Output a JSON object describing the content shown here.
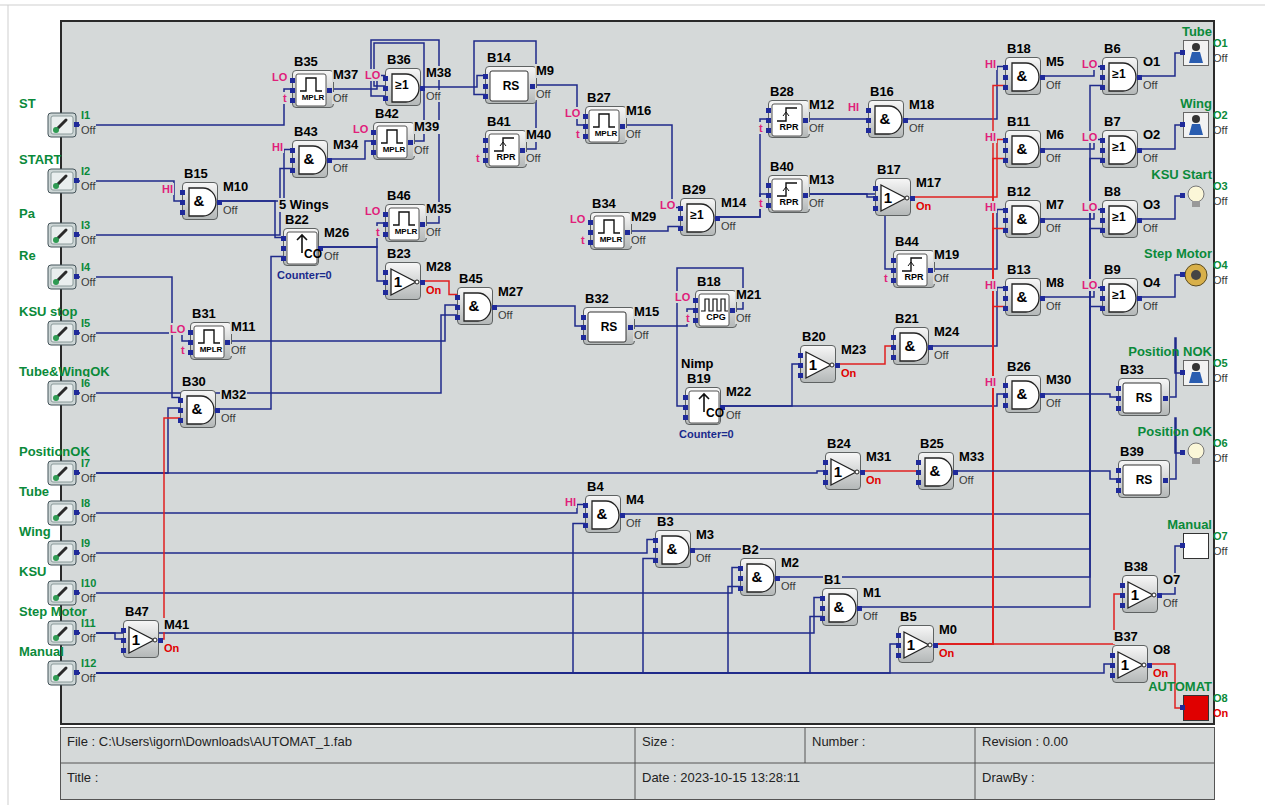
{
  "diagram": {
    "nodes": [
      {
        "text": [
          "ST",
          "I1",
          "Off"
        ]
      },
      {
        "text": [
          "START",
          "I2",
          "Off"
        ]
      },
      {
        "text": [
          "Pa",
          "I3",
          "Off"
        ]
      },
      {
        "text": [
          "Re",
          "I4",
          "Off"
        ]
      },
      {
        "text": [
          "KSU stop",
          "I5",
          "Off"
        ]
      },
      {
        "text": [
          "Tube&WingOK",
          "I6",
          "Off"
        ]
      },
      {
        "text": [
          "PositionOK",
          "I7",
          "Off"
        ]
      },
      {
        "text": [
          "Tube",
          "I8",
          "Off"
        ]
      },
      {
        "text": [
          "Wing",
          "I9",
          "Off"
        ]
      },
      {
        "text": [
          "KSU",
          "I10",
          "Off"
        ]
      },
      {
        "text": [
          "Step Motor",
          "I11",
          "Off"
        ]
      },
      {
        "text": [
          "Manual",
          "I12",
          "Off"
        ]
      },
      {
        "text": [
          "B35",
          "MPLR",
          "M37",
          "Off"
        ]
      },
      {
        "text": [
          "B36",
          "≥1",
          "M38",
          "Off"
        ]
      },
      {
        "text": [
          "B14",
          "RS",
          "M9",
          "Off"
        ]
      },
      {
        "text": [
          "B43",
          "&",
          "M34",
          "Off"
        ]
      },
      {
        "text": [
          "B42",
          "MPLR",
          "M39",
          "Off"
        ]
      },
      {
        "text": [
          "B41",
          "RPR",
          "M40",
          "Off"
        ]
      },
      {
        "text": [
          "B27",
          "MPLR",
          "M16",
          "Off"
        ]
      },
      {
        "text": [
          "B15",
          "&",
          "M10",
          "Off"
        ]
      },
      {
        "text": [
          "B46",
          "MPLR",
          "M35",
          "Off"
        ]
      },
      {
        "text": [
          "5 Wings",
          "B22",
          "CO",
          "M26",
          "Off",
          "Counter=0"
        ]
      },
      {
        "text": [
          "B23",
          "1",
          "M28",
          "On"
        ]
      },
      {
        "text": [
          "B45",
          "&",
          "M27",
          "Off"
        ]
      },
      {
        "text": [
          "B31",
          "MPLR",
          "M11",
          "Off"
        ]
      },
      {
        "text": [
          "B30",
          "&",
          "M32",
          "Off"
        ]
      },
      {
        "text": [
          "B34",
          "MPLR",
          "M29",
          "Off"
        ]
      },
      {
        "text": [
          "B29",
          "≥1",
          "M14",
          "Off"
        ]
      },
      {
        "text": [
          "B32",
          "RS",
          "M15",
          "Off"
        ]
      },
      {
        "text": [
          "B18",
          "CPG",
          "M21",
          "Off"
        ]
      },
      {
        "text": [
          "Nimp",
          "B19",
          "CO",
          "M22",
          "Off",
          "Counter=0"
        ]
      },
      {
        "text": [
          "B28",
          "RPR",
          "M12",
          "Off"
        ]
      },
      {
        "text": [
          "B40",
          "RPR",
          "M13",
          "Off"
        ]
      },
      {
        "text": [
          "B16",
          "&",
          "M18",
          "Off"
        ]
      },
      {
        "text": [
          "B17",
          "1",
          "M17",
          "On"
        ]
      },
      {
        "text": [
          "B44",
          "RPR",
          "M19",
          "Off"
        ]
      },
      {
        "text": [
          "B20",
          "1",
          "M23",
          "On"
        ]
      },
      {
        "text": [
          "B21",
          "&",
          "M24",
          "Off"
        ]
      },
      {
        "text": [
          "B18",
          "&",
          "M5",
          "Off"
        ]
      },
      {
        "text": [
          "B6",
          "≥1",
          "O1",
          "Off"
        ]
      },
      {
        "text": [
          "B11",
          "&",
          "M6",
          "Off"
        ]
      },
      {
        "text": [
          "B7",
          "≥1",
          "O2",
          "Off"
        ]
      },
      {
        "text": [
          "B12",
          "&",
          "M7",
          "Off"
        ]
      },
      {
        "text": [
          "B8",
          "≥1",
          "O3",
          "Off"
        ]
      },
      {
        "text": [
          "B13",
          "&",
          "M8",
          "Off"
        ]
      },
      {
        "text": [
          "B9",
          "≥1",
          "O4",
          "Off"
        ]
      },
      {
        "text": [
          "B26",
          "&",
          "M30",
          "Off"
        ]
      },
      {
        "text": [
          "B33",
          "RS"
        ]
      },
      {
        "text": [
          "B24",
          "1",
          "M31",
          "On"
        ]
      },
      {
        "text": [
          "B25",
          "&",
          "M33",
          "Off"
        ]
      },
      {
        "text": [
          "B39",
          "RS"
        ]
      },
      {
        "text": [
          "B4",
          "&",
          "M4",
          "Off"
        ]
      },
      {
        "text": [
          "B3",
          "&",
          "M3",
          "Off"
        ]
      },
      {
        "text": [
          "B2",
          "&",
          "M2",
          "Off"
        ]
      },
      {
        "text": [
          "B1",
          "&",
          "M1",
          "Off"
        ]
      },
      {
        "text": [
          "B5",
          "1",
          "M0",
          "On"
        ]
      },
      {
        "text": [
          "B47",
          "1",
          "M41",
          "On"
        ]
      },
      {
        "text": [
          "B38",
          "1",
          "O7",
          "Off"
        ]
      },
      {
        "text": [
          "B37",
          "1",
          "O8",
          "On"
        ]
      },
      {
        "text": [
          "Tube",
          "O1",
          "Off"
        ]
      },
      {
        "text": [
          "Wing",
          "O2",
          "Off"
        ]
      },
      {
        "text": [
          "KSU Start",
          "O3",
          "Off"
        ]
      },
      {
        "text": [
          "Step Motor",
          "O4",
          "Off"
        ]
      },
      {
        "text": [
          "Position NOK",
          "O5",
          "Off"
        ]
      },
      {
        "text": [
          "Position OK",
          "O6",
          "Off"
        ]
      },
      {
        "text": [
          "Manual",
          "O7",
          "Off"
        ]
      },
      {
        "text": [
          "AUTOMAT",
          "O8",
          "On"
        ]
      }
    ],
    "edges": [
      {
        "from": 0,
        "to": 12,
        "arrow": "none"
      },
      {
        "from": 1,
        "to": 19,
        "arrow": "none"
      },
      {
        "from": 2,
        "to": 15,
        "arrow": "none"
      },
      {
        "from": 3,
        "to": 25,
        "arrow": "none"
      },
      {
        "from": 4,
        "to": 24,
        "arrow": "none"
      },
      {
        "from": 5,
        "to": 23,
        "arrow": "none"
      },
      {
        "from": 6,
        "to": 48,
        "arrow": "none"
      },
      {
        "from": 6,
        "to": 25,
        "arrow": "none"
      },
      {
        "from": 7,
        "to": 51,
        "arrow": "none"
      },
      {
        "from": 8,
        "to": 52,
        "arrow": "none"
      },
      {
        "from": 9,
        "to": 53,
        "arrow": "none"
      },
      {
        "from": 10,
        "to": 54,
        "arrow": "none"
      },
      {
        "from": 10,
        "to": 56,
        "arrow": "none"
      },
      {
        "from": 11,
        "to": 51,
        "arrow": "none"
      },
      {
        "from": 11,
        "to": 52,
        "arrow": "none"
      },
      {
        "from": 11,
        "to": 53,
        "arrow": "none"
      },
      {
        "from": 11,
        "to": 54,
        "arrow": "none"
      },
      {
        "from": 11,
        "to": 55,
        "arrow": "none"
      },
      {
        "from": 11,
        "to": 58,
        "arrow": "none"
      },
      {
        "from": 19,
        "to": 15,
        "arrow": "none"
      },
      {
        "from": 19,
        "to": 21,
        "arrow": "none"
      },
      {
        "from": 12,
        "to": 13,
        "arrow": "none"
      },
      {
        "from": 15,
        "to": 16,
        "arrow": "none"
      },
      {
        "from": 16,
        "to": 13,
        "arrow": "none"
      },
      {
        "from": 20,
        "to": 13,
        "arrow": "none"
      },
      {
        "from": 13,
        "to": 14,
        "arrow": "none"
      },
      {
        "from": 17,
        "to": 14,
        "arrow": "none"
      },
      {
        "from": 14,
        "to": 18,
        "arrow": "none"
      },
      {
        "from": 18,
        "to": 27,
        "arrow": "none"
      },
      {
        "from": 26,
        "to": 27,
        "arrow": "none"
      },
      {
        "from": 21,
        "to": 20,
        "arrow": "none"
      },
      {
        "from": 21,
        "to": 22,
        "arrow": "none"
      },
      {
        "from": 22,
        "to": 23,
        "arrow": "none"
      },
      {
        "from": 24,
        "to": 23,
        "arrow": "none"
      },
      {
        "from": 25,
        "to": 21,
        "arrow": "none"
      },
      {
        "from": 56,
        "to": 25,
        "arrow": "none"
      },
      {
        "from": 23,
        "to": 28,
        "arrow": "none"
      },
      {
        "from": 28,
        "to": 29,
        "arrow": "none"
      },
      {
        "from": 29,
        "to": 30,
        "arrow": "none"
      },
      {
        "from": 30,
        "to": 36,
        "arrow": "none"
      },
      {
        "from": 30,
        "to": 46,
        "arrow": "none"
      },
      {
        "from": 27,
        "to": 31,
        "arrow": "none"
      },
      {
        "from": 27,
        "to": 32,
        "arrow": "none"
      },
      {
        "from": 31,
        "to": 33,
        "arrow": "none"
      },
      {
        "from": 32,
        "to": 34,
        "arrow": "none"
      },
      {
        "from": 32,
        "to": 35,
        "arrow": "none"
      },
      {
        "from": 33,
        "to": 38,
        "arrow": "none"
      },
      {
        "from": 34,
        "to": 40,
        "arrow": "none"
      },
      {
        "from": 35,
        "to": 42,
        "arrow": "none"
      },
      {
        "from": 36,
        "to": 37,
        "arrow": "none"
      },
      {
        "from": 37,
        "to": 44,
        "arrow": "none"
      },
      {
        "from": 38,
        "to": 39,
        "arrow": "none"
      },
      {
        "from": 40,
        "to": 41,
        "arrow": "none"
      },
      {
        "from": 42,
        "to": 43,
        "arrow": "none"
      },
      {
        "from": 44,
        "to": 45,
        "arrow": "none"
      },
      {
        "from": 51,
        "to": 39,
        "arrow": "none"
      },
      {
        "from": 52,
        "to": 41,
        "arrow": "none"
      },
      {
        "from": 53,
        "to": 43,
        "arrow": "none"
      },
      {
        "from": 54,
        "to": 45,
        "arrow": "none"
      },
      {
        "from": 55,
        "to": 38,
        "arrow": "none"
      },
      {
        "from": 55,
        "to": 40,
        "arrow": "none"
      },
      {
        "from": 55,
        "to": 42,
        "arrow": "none"
      },
      {
        "from": 55,
        "to": 44,
        "arrow": "none"
      },
      {
        "from": 55,
        "to": 57,
        "arrow": "none"
      },
      {
        "from": 39,
        "to": 59,
        "arrow": "none"
      },
      {
        "from": 41,
        "to": 60,
        "arrow": "none"
      },
      {
        "from": 43,
        "to": 61,
        "arrow": "none"
      },
      {
        "from": 45,
        "to": 62,
        "arrow": "none"
      },
      {
        "from": 46,
        "to": 47,
        "arrow": "none"
      },
      {
        "from": 47,
        "to": 63,
        "arrow": "none"
      },
      {
        "from": 48,
        "to": 49,
        "arrow": "none"
      },
      {
        "from": 49,
        "to": 50,
        "arrow": "none"
      },
      {
        "from": 50,
        "to": 64,
        "arrow": "none"
      },
      {
        "from": 57,
        "to": 65,
        "arrow": "none"
      },
      {
        "from": 58,
        "to": 66,
        "arrow": "none"
      }
    ],
    "labels": [
      "LO",
      "t",
      "LO",
      "HI",
      "LO",
      "LO",
      "t",
      "HI",
      "LO",
      "t",
      "LO",
      "t",
      "t",
      "LO",
      "t",
      "LO",
      "LO",
      "t",
      "t",
      "HI",
      "t",
      "t",
      "HI",
      "LO",
      "HI",
      "LO",
      "HI",
      "LO",
      "HI",
      "LO",
      "HI",
      "HI",
      "File : C:\\Users\\igorn\\Downloads\\AUTOMAT_1.fab",
      "Size :",
      "Number :",
      "Revision : 0.00",
      "Title :",
      "Date : 2023-10-15 13:28:11",
      "DrawBy :"
    ]
  }
}
